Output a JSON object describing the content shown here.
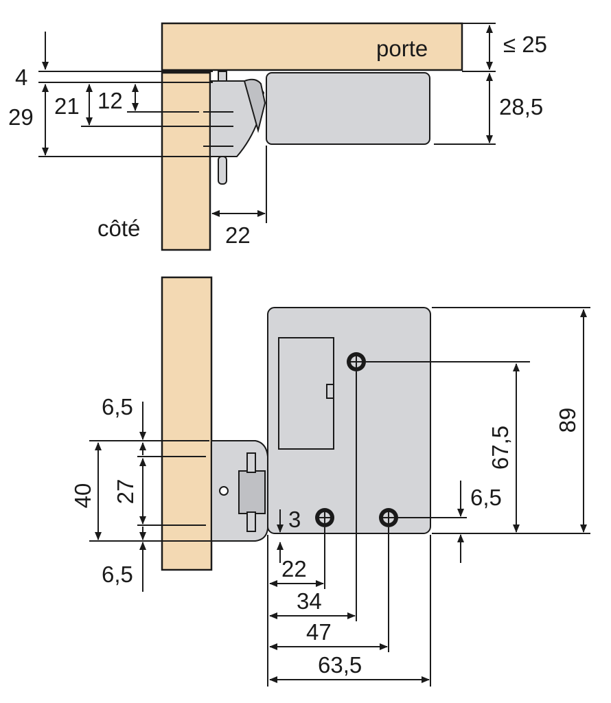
{
  "labels": {
    "door": "porte",
    "side": "côté"
  },
  "top_view": {
    "door_thickness": "≤ 25",
    "gap": "4",
    "depth_29": "29",
    "depth_21": "21",
    "depth_12": "12",
    "body_height": "28,5",
    "offset_22": "22"
  },
  "front_view": {
    "top_margin": "6,5",
    "bottom_margin": "6,5",
    "plate_height": "40",
    "pin_spacing": "27",
    "clearance": "3",
    "right_margin": "6,5",
    "hole_spacing": "67,5",
    "body_height": "89",
    "dist_22": "22",
    "dist_34": "34",
    "dist_47": "47",
    "dist_63_5": "63,5"
  },
  "colors": {
    "wood": "#f3d9b3",
    "metal": "#d4d5d8",
    "line": "#1a1a1a"
  }
}
